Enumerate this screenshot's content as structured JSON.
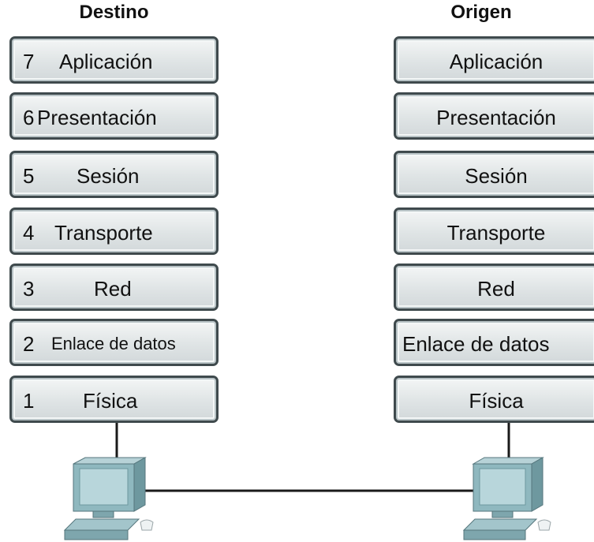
{
  "headings": {
    "destination": "Destino",
    "origin": "Origen"
  },
  "destination_layers": [
    {
      "number": "7",
      "name": "Aplicación"
    },
    {
      "number": "6",
      "name": "Presentación"
    },
    {
      "number": "5",
      "name": "Sesión"
    },
    {
      "number": "4",
      "name": "Transporte"
    },
    {
      "number": "3",
      "name": "Red"
    },
    {
      "number": "2",
      "name": "Enlace de datos"
    },
    {
      "number": "1",
      "name": "Física"
    }
  ],
  "origin_layers": [
    {
      "name": "Aplicación"
    },
    {
      "name": "Presentación"
    },
    {
      "name": "Sesión"
    },
    {
      "name": "Transporte"
    },
    {
      "name": "Red"
    },
    {
      "name": "Enlace de datos"
    },
    {
      "name": "Física"
    }
  ],
  "colors": {
    "border": "#3f4a4d",
    "fill": "#dfe4e5",
    "computer": "#8fb8bf"
  },
  "icons": {
    "host": "computer-icon"
  }
}
